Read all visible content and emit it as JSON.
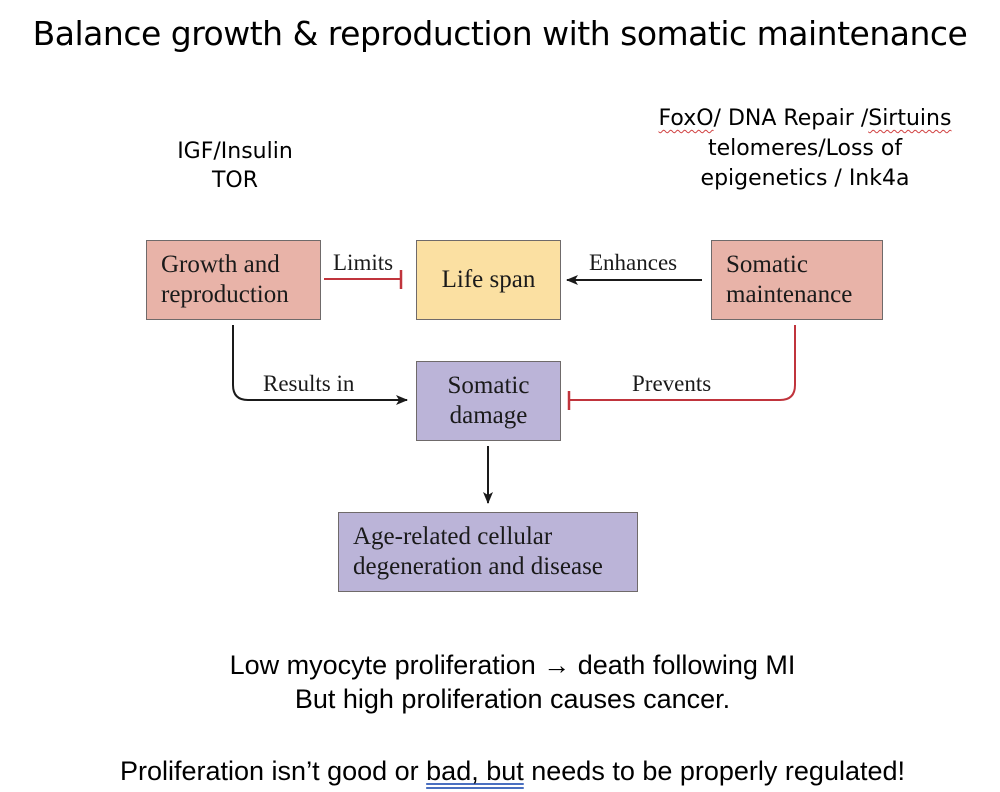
{
  "title": "Balance growth & reproduction with somatic maintenance",
  "left_note": {
    "line1": "IGF/Insulin",
    "line2": "TOR"
  },
  "right_note": {
    "line1_a": "FoxO",
    "line1_b": "/ DNA Repair /",
    "line1_c": "Sirtuins",
    "line2": "telomeres/Loss of",
    "line3": "epigenetics / Ink4a"
  },
  "nodes": {
    "growth": {
      "line1": "Growth and",
      "line2": "reproduction",
      "color": "#e8b3a8"
    },
    "lifespan": {
      "label": "Life span",
      "color": "#fbe0a2"
    },
    "somatic_maintenance": {
      "line1": "Somatic",
      "line2": "maintenance",
      "color": "#e8b3a8"
    },
    "somatic_damage": {
      "line1": "Somatic",
      "line2": "damage",
      "color": "#bbb4d8"
    },
    "disease": {
      "line1": "Age-related cellular",
      "line2": "degeneration and disease",
      "color": "#bbb4d8"
    }
  },
  "edges": {
    "limits": {
      "label": "Limits",
      "type": "inhibit",
      "color": "#c0343c"
    },
    "enhances": {
      "label": "Enhances",
      "type": "activate",
      "color": "#1a1a1a"
    },
    "results_in": {
      "label": "Results in",
      "type": "activate",
      "color": "#1a1a1a"
    },
    "prevents": {
      "label": "Prevents",
      "type": "inhibit",
      "color": "#c0343c"
    },
    "damage_to_disease": {
      "label": "",
      "type": "activate",
      "color": "#1a1a1a"
    }
  },
  "bottom": {
    "line1": "Low myocyte proliferation → death following MI",
    "line2": "But high proliferation causes cancer.",
    "line3_a": "Proliferation isn’t good or ",
    "line3_b": "bad, but",
    "line3_c": " needs to be properly regulated!"
  }
}
